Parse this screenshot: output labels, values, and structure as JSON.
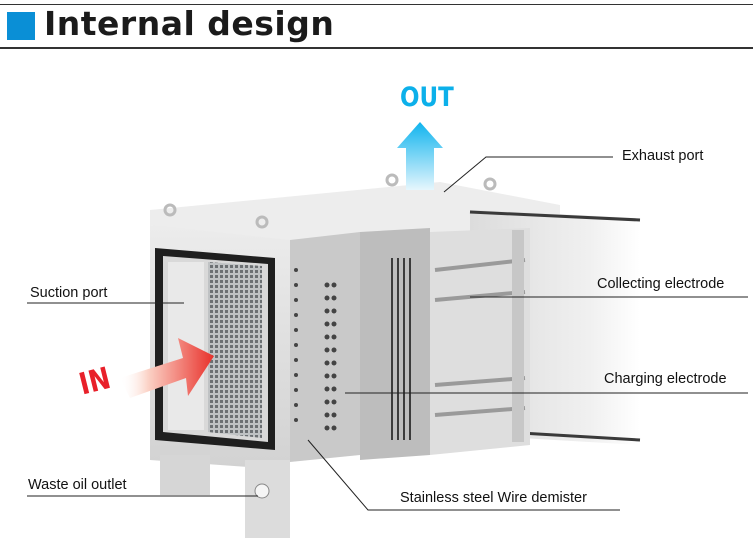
{
  "header": {
    "title": "Internal design",
    "accent_color": "#0a8fd6"
  },
  "airflow": {
    "out_label": "OUT",
    "in_label": "IN",
    "out_color": "#0cb0ea",
    "in_color": "#e8202a"
  },
  "callouts": {
    "exhaust_port": "Exhaust port",
    "suction_port": "Suction port",
    "collecting_electrode": "Collecting electrode",
    "charging_electrode": "Charging electrode",
    "waste_oil_outlet": "Waste oil outlet",
    "wire_demister": "Stainless steel Wire demister"
  }
}
